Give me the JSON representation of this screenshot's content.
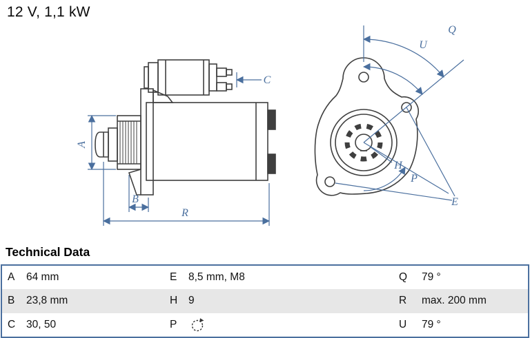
{
  "title": "12 V, 1,1 kW",
  "section_heading": "Technical Data",
  "table": {
    "rows": [
      {
        "cells": [
          {
            "key": "A",
            "value": "64 mm"
          },
          {
            "key": "E",
            "value": "8,5 mm, M8"
          },
          {
            "key": "Q",
            "value": "79 °"
          }
        ]
      },
      {
        "cells": [
          {
            "key": "B",
            "value": "23,8 mm"
          },
          {
            "key": "H",
            "value": "9"
          },
          {
            "key": "R",
            "value": "max. 200 mm"
          }
        ]
      },
      {
        "cells": [
          {
            "key": "C",
            "value": "30, 50"
          },
          {
            "key": "P",
            "value": "",
            "icon": "rotation-icon"
          },
          {
            "key": "U",
            "value": "79 °"
          }
        ]
      }
    ]
  },
  "diagram": {
    "labels": {
      "A": "A",
      "B": "B",
      "C": "C",
      "R": "R",
      "Q": "Q",
      "U": "U",
      "H": "H",
      "P": "P",
      "E": "E"
    }
  },
  "colors": {
    "dimension_blue": "#4a6f9e",
    "drawing_gray": "#3f3f3f",
    "row_alt_gray": "#e7e7e7"
  }
}
